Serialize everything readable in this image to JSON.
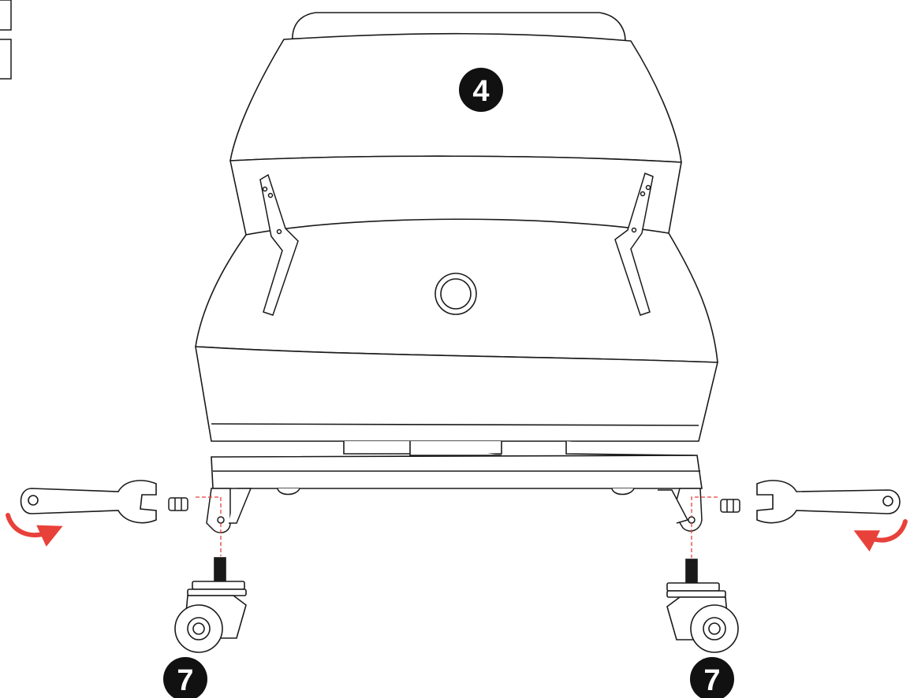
{
  "diagram": {
    "callouts": {
      "part_top": "4",
      "part_left_wheel": "7",
      "part_right_wheel": "7"
    },
    "colors": {
      "line": "#1a1a1a",
      "callout_fill": "#111111",
      "callout_text": "#ffffff",
      "arrow": "#e8413a",
      "guide_line": "#e8413a"
    },
    "icons": {
      "rotate_left": "curved-arrow-counterclockwise-icon",
      "rotate_right": "curved-arrow-clockwise-icon",
      "wrench": "open-end-wrench-icon",
      "nut": "hex-nut-icon",
      "caster": "swivel-caster-wheel-icon"
    }
  }
}
